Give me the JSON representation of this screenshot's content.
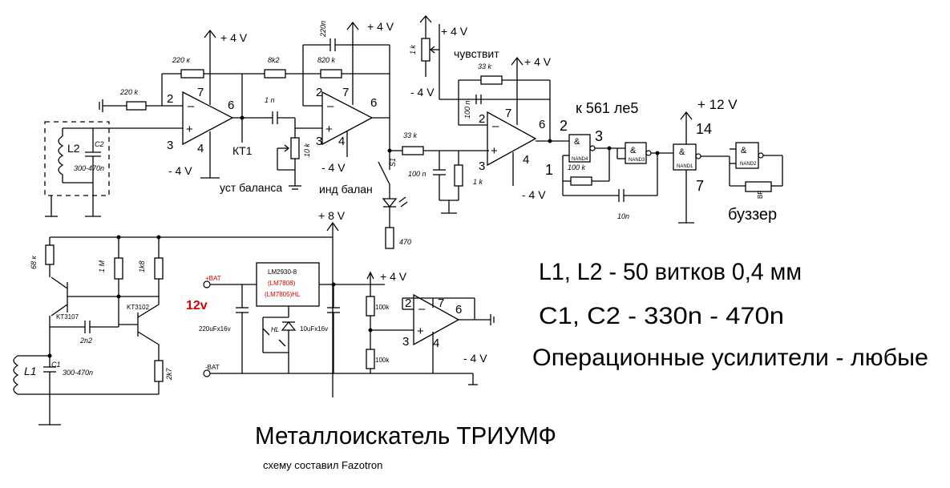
{
  "supplies": {
    "p4v": "+ 4 V",
    "m4v": "- 4 V",
    "p8v": "+ 8 V",
    "p12v": "+ 12 V",
    "m4v_short": "- 4 V",
    "bat_plus": "+BAT",
    "bat_minus": "-BAT",
    "v12": "12v"
  },
  "components": {
    "r220k_a": "220 к",
    "r220k_b": "220 k",
    "r8k2": "8k2",
    "r820k": "820 k",
    "c220n": "220n",
    "c1n": "1 n",
    "r10k": "10 k",
    "r33k_a": "33 k",
    "r33k_b": "33 k",
    "c100n_a": "100 n",
    "c100n_b": "100 n",
    "r1k_a": "1 k",
    "r1k_b": "1 k",
    "r100k_gate": "100 k",
    "c10n": "10n",
    "r470": "470",
    "s1": "S1",
    "l2": "L2",
    "c2": "C2",
    "c2_val": "300-470n",
    "kt1": "КТ1",
    "r68k": "68 к",
    "r1m": "1 M",
    "r1k8": "1k8",
    "r2k7": "2k7",
    "c2n2": "2n2",
    "kt3107": "KT3107",
    "kt3102": "KT3102",
    "l1": "L1",
    "c1": "C1",
    "c1_val": "300-470n",
    "reg_name": "LM2930-8",
    "reg_alt1": "(LM7808)",
    "reg_alt2": "(LM7805)HL",
    "cap220u": "220uFx16v",
    "cap10u": "10uFx16v",
    "hl": "HL",
    "r100k_a": "100k",
    "r100k_b": "100k",
    "nand4": "NAND4",
    "nand3": "NAND3",
    "nand1": "NAND1",
    "nand2": "NAND2",
    "gate_sym": "&",
    "buzzer_ref": "BF"
  },
  "pins": {
    "p2": "2",
    "p3": "3",
    "p4": "4",
    "p6": "6",
    "p7": "7",
    "p1": "1",
    "p14": "14"
  },
  "labels": {
    "ust_balansa": "уст баланса",
    "ind_balan": "инд балан",
    "chuvstvit": "чувствит",
    "chip": "к 561 ле5",
    "buzzer": "буззер"
  },
  "notes": {
    "coils": "L1,  L2 - 50 витков 0,4 мм",
    "caps": "C1, C2 - 330n - 470n",
    "opamps": "Операционные усилители - любые"
  },
  "title": "Металлоискатель ТРИУМФ",
  "author": "схему составил Fazotron"
}
